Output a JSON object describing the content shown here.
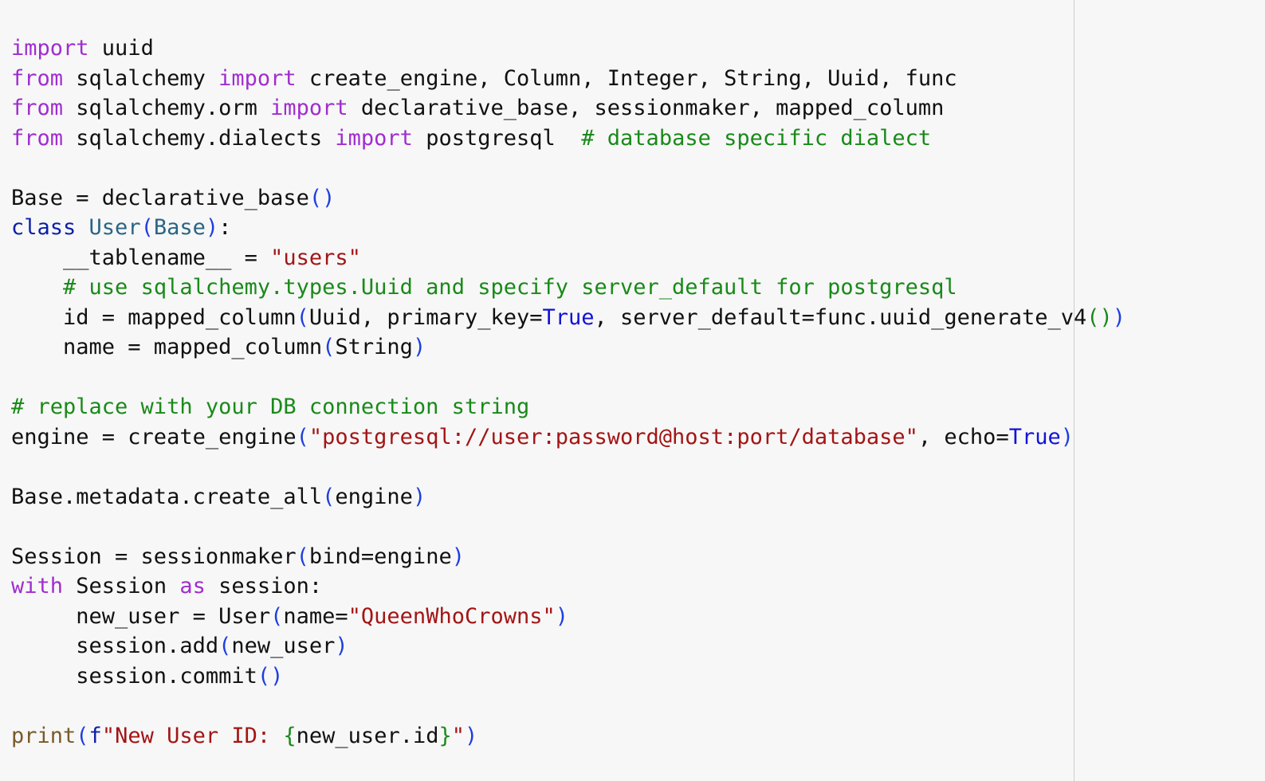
{
  "editor": {
    "lines": [
      [
        {
          "t": "import",
          "c": "kw"
        },
        {
          "t": " uuid"
        }
      ],
      [
        {
          "t": "from",
          "c": "kw"
        },
        {
          "t": " sqlalchemy "
        },
        {
          "t": "import",
          "c": "kw"
        },
        {
          "t": " create_engine, Column, Integer, String, Uuid, func"
        }
      ],
      [
        {
          "t": "from",
          "c": "kw"
        },
        {
          "t": " sqlalchemy.orm "
        },
        {
          "t": "import",
          "c": "kw"
        },
        {
          "t": " declarative_base, sessionmaker, mapped_column"
        }
      ],
      [
        {
          "t": "from",
          "c": "kw"
        },
        {
          "t": " sqlalchemy.dialects "
        },
        {
          "t": "import",
          "c": "kw"
        },
        {
          "t": " postgresql  "
        },
        {
          "t": "# database specific dialect",
          "c": "com"
        }
      ],
      [],
      [
        {
          "t": "Base = declarative_base"
        },
        {
          "t": "()",
          "c": "br"
        }
      ],
      [
        {
          "t": "class",
          "c": "kw2"
        },
        {
          "t": " "
        },
        {
          "t": "User",
          "c": "cls"
        },
        {
          "t": "(",
          "c": "br"
        },
        {
          "t": "Base",
          "c": "cls"
        },
        {
          "t": ")",
          "c": "br"
        },
        {
          "t": ":"
        }
      ],
      [
        {
          "t": "    __tablename__ = "
        },
        {
          "t": "\"users\"",
          "c": "str"
        }
      ],
      [
        {
          "t": "    "
        },
        {
          "t": "# use sqlalchemy.types.Uuid and specify server_default for postgresql",
          "c": "com"
        }
      ],
      [
        {
          "t": "    id = mapped_column"
        },
        {
          "t": "(",
          "c": "br"
        },
        {
          "t": "Uuid, primary_key="
        },
        {
          "t": "True",
          "c": "bool"
        },
        {
          "t": ", server_default=func.uuid_generate_v4"
        },
        {
          "t": "()",
          "c": "brg"
        },
        {
          "t": ")",
          "c": "br"
        }
      ],
      [
        {
          "t": "    name = mapped_column"
        },
        {
          "t": "(",
          "c": "br"
        },
        {
          "t": "String"
        },
        {
          "t": ")",
          "c": "br"
        }
      ],
      [],
      [
        {
          "t": "# replace with your DB connection string",
          "c": "com"
        }
      ],
      [
        {
          "t": "engine = create_engine"
        },
        {
          "t": "(",
          "c": "br"
        },
        {
          "t": "\"postgresql://user:password@host:port/database\"",
          "c": "str"
        },
        {
          "t": ", echo="
        },
        {
          "t": "True",
          "c": "bool"
        },
        {
          "t": ")",
          "c": "br"
        }
      ],
      [],
      [
        {
          "t": "Base.metadata.create_all"
        },
        {
          "t": "(",
          "c": "br"
        },
        {
          "t": "engine"
        },
        {
          "t": ")",
          "c": "br"
        }
      ],
      [],
      [
        {
          "t": "Session = sessionmaker"
        },
        {
          "t": "(",
          "c": "br"
        },
        {
          "t": "bind=engine"
        },
        {
          "t": ")",
          "c": "br"
        }
      ],
      [
        {
          "t": "with",
          "c": "kw"
        },
        {
          "t": " Session "
        },
        {
          "t": "as",
          "c": "kw"
        },
        {
          "t": " session:"
        }
      ],
      [
        {
          "t": "     new_user = User"
        },
        {
          "t": "(",
          "c": "br"
        },
        {
          "t": "name="
        },
        {
          "t": "\"QueenWhoCrowns\"",
          "c": "str"
        },
        {
          "t": ")",
          "c": "br"
        }
      ],
      [
        {
          "t": "     session.add"
        },
        {
          "t": "(",
          "c": "br"
        },
        {
          "t": "new_user"
        },
        {
          "t": ")",
          "c": "br"
        }
      ],
      [
        {
          "t": "     session.commit"
        },
        {
          "t": "()",
          "c": "br"
        }
      ],
      [],
      [
        {
          "t": "print",
          "c": "fn"
        },
        {
          "t": "(",
          "c": "br"
        },
        {
          "t": "f",
          "c": "kw2"
        },
        {
          "t": "\"New User ID: ",
          "c": "str"
        },
        {
          "t": "{",
          "c": "brg"
        },
        {
          "t": "new_user.id"
        },
        {
          "t": "}",
          "c": "brg"
        },
        {
          "t": "\"",
          "c": "str"
        },
        {
          "t": ")",
          "c": "br"
        }
      ]
    ]
  }
}
